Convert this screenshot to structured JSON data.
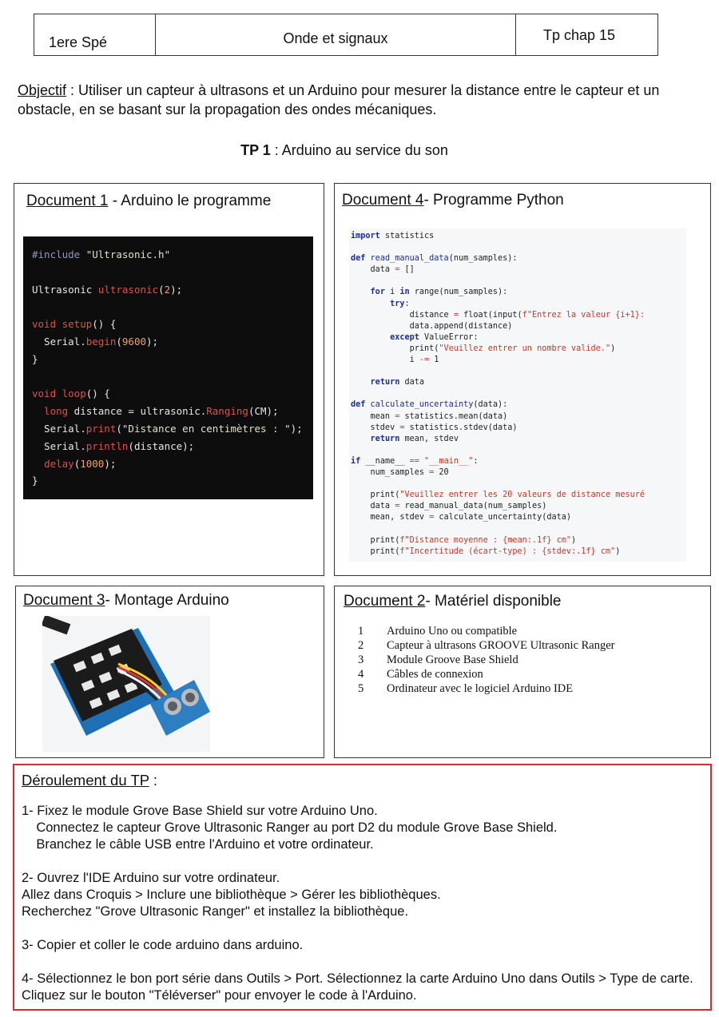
{
  "header": {
    "level": "1ere Spé",
    "subject": "Onde et signaux",
    "chapter": "Tp chap 15"
  },
  "objective": {
    "label": "Objectif",
    "text": " : Utiliser un capteur à ultrasons et un Arduino pour mesurer la distance entre le capteur et un obstacle, en se basant sur la propagation des ondes mécaniques."
  },
  "tp": {
    "label": "TP 1",
    "title": " : Arduino au service du son"
  },
  "doc1": {
    "label": "Document 1",
    "title": " - Arduino le programme",
    "code": {
      "include_dir": "#include ",
      "include_file": "\"Ultrasonic.h\"",
      "decl_type": "Ultrasonic ",
      "decl_ctor": "ultrasonic",
      "decl_open": "(",
      "decl_num": "2",
      "decl_close": ");",
      "setup_kw": "void setup",
      "setup_rest": "() {",
      "serial": "  Serial.",
      "begin": "begin",
      "begin_open": "(",
      "baud": "9600",
      "begin_close": ");",
      "brace": "}",
      "loop_kw": "void loop",
      "loop_rest": "() {",
      "long_kw": "  long",
      "long_rest": " distance = ultrasonic.",
      "ranging": "Ranging",
      "ranging_rest": "(CM);",
      "print_pre": "  Serial.",
      "print": "print",
      "print_open": "(",
      "print_str": "\"Distance en centimètres : \"",
      "print_close": ");",
      "println_pre": "  Serial.",
      "println": "println",
      "println_rest": "(distance);",
      "delay_pre": "  ",
      "delay": "delay",
      "delay_open": "(",
      "delay_num": "1000",
      "delay_close": ");"
    }
  },
  "doc4": {
    "label": "Document 4",
    "title": "- Programme Python",
    "code_lines": [
      "import statistics",
      "",
      "def read_manual_data(num_samples):",
      "    data = []",
      "",
      "    for i in range(num_samples):",
      "        try:",
      "            distance = float(input(f\"Entrez la valeur {i+1}:",
      "            data.append(distance)",
      "        except ValueError:",
      "            print(\"Veuillez entrer un nombre valide.\")",
      "            i -= 1",
      "",
      "    return data",
      "",
      "def calculate_uncertainty(data):",
      "    mean = statistics.mean(data)",
      "    stdev = statistics.stdev(data)",
      "    return mean, stdev",
      "",
      "if __name__ == \"__main__\":",
      "    num_samples = 20",
      "",
      "    print(\"Veuillez entrer les 20 valeurs de distance mesuré",
      "    data = read_manual_data(num_samples)",
      "    mean, stdev = calculate_uncertainty(data)",
      "",
      "    print(f\"Distance moyenne : {mean:.1f} cm\")",
      "    print(f\"Incertitude (écart-type) : {stdev:.1f} cm\")"
    ]
  },
  "doc3": {
    "label": "Document 3",
    "title": "- Montage Arduino"
  },
  "doc2": {
    "label": "Document 2",
    "title": "- Matériel disponible",
    "items": [
      {
        "n": "1",
        "text": "Arduino Uno ou compatible"
      },
      {
        "n": "2",
        "text": "Capteur à ultrasons GROOVE Ultrasonic Ranger"
      },
      {
        "n": "3",
        "text": "Module Groove Base Shield"
      },
      {
        "n": "4",
        "text": "Câbles de connexion"
      },
      {
        "n": "5",
        "text": "Ordinateur avec le logiciel Arduino IDE"
      }
    ]
  },
  "steps": {
    "label": "Déroulement du TP",
    "label_suffix": " :",
    "s1a": "1- Fixez le module Grove Base Shield sur votre Arduino Uno.",
    "s1b": "    Connectez le capteur Grove Ultrasonic Ranger au port D2 du module Grove Base Shield.",
    "s1c": "    Branchez le câble USB entre l'Arduino et votre ordinateur.",
    "s2a": "2- Ouvrez l'IDE Arduino sur votre ordinateur.",
    "s2b": "Allez dans Croquis > Inclure une bibliothèque > Gérer les bibliothèques.",
    "s2c": "Recherchez \"Grove Ultrasonic Ranger\" et installez la bibliothèque.",
    "s3": "3- Copier et coller le code arduino dans arduino.",
    "s4": "4- Sélectionnez le bon port série dans Outils > Port.  Sélectionnez la carte Arduino Uno dans Outils > Type de carte. Cliquez sur le bouton \"Téléverser\" pour envoyer le code à l'Arduino."
  }
}
